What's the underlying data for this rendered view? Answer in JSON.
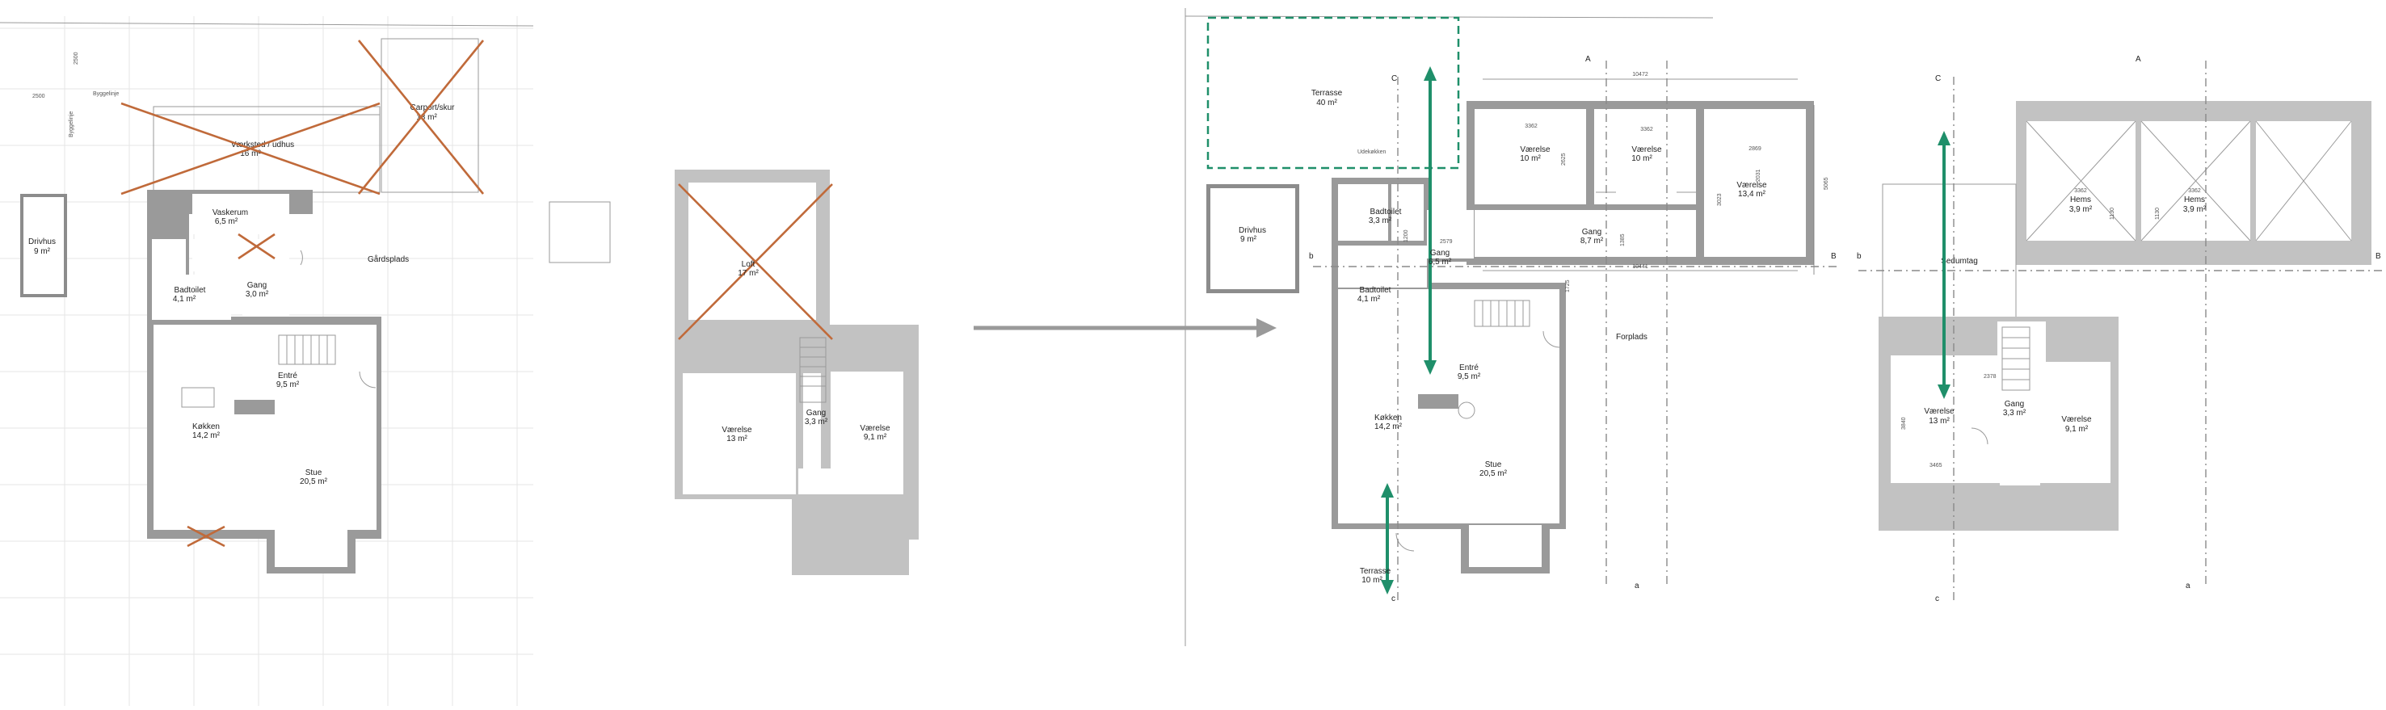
{
  "plan_existing_ground": {
    "rooms": [
      {
        "name": "Drivhus",
        "area": "9 m²"
      },
      {
        "name": "Værksted / udhus",
        "area": "16 m²"
      },
      {
        "name": "Carport/skur",
        "area": "18 m²"
      },
      {
        "name": "Vaskerum",
        "area": "6,5 m²"
      },
      {
        "name": "Badtoilet",
        "area": "4,1 m²"
      },
      {
        "name": "Gang",
        "area": "3,0 m²"
      },
      {
        "name": "Entré",
        "area": "9,5 m²"
      },
      {
        "name": "Køkken",
        "area": "14,2 m²"
      },
      {
        "name": "Stue",
        "area": "20,5 m²"
      }
    ],
    "labels": {
      "gardsplads": "Gårdsplads",
      "byggelinje1": "Byggelinje",
      "byggelinje2": "Byggelinje"
    },
    "dims": {
      "d1": "2500",
      "d2": "2500"
    }
  },
  "plan_existing_upper": {
    "rooms": [
      {
        "name": "Loft",
        "area": "17 m²"
      },
      {
        "name": "Værelse",
        "area": "13 m²"
      },
      {
        "name": "Gang",
        "area": "3,3 m²"
      },
      {
        "name": "Værelse",
        "area": "9,1 m²"
      }
    ]
  },
  "plan_new_ground": {
    "rooms": [
      {
        "name": "Terrasse",
        "area": "40 m²"
      },
      {
        "name": "Drivhus",
        "area": "9 m²"
      },
      {
        "name": "Værelse",
        "area": "10 m²"
      },
      {
        "name": "Værelse",
        "area": "10 m²"
      },
      {
        "name": "Værelse",
        "area": "13,4 m²"
      },
      {
        "name": "Badtoilet",
        "area": "3,3 m²"
      },
      {
        "name": "Gang",
        "area": "6,5 m²"
      },
      {
        "name": "Gang",
        "area": "8,7 m²"
      },
      {
        "name": "Badtoilet",
        "area": "4,1 m²"
      },
      {
        "name": "Entré",
        "area": "9,5 m²"
      },
      {
        "name": "Køkken",
        "area": "14,2 m²"
      },
      {
        "name": "Stue",
        "area": "20,5 m²"
      },
      {
        "name": "Terrasse",
        "area": "10 m²"
      }
    ],
    "labels": {
      "forplads": "Forplads",
      "udekokken": "Udekøkken"
    },
    "dims": {
      "d10472": "10472",
      "d10441": "10441",
      "d3362a": "3362",
      "d3362b": "3362",
      "d2869": "2869",
      "d5065": "5065",
      "d3023": "3023",
      "d2031": "2031",
      "d2625": "2625",
      "d1385": "1385",
      "d1200": "1200",
      "d1725": "1725",
      "d2579": "2579"
    },
    "sections": {
      "A": "A",
      "a": "a",
      "B": "B",
      "b": "b",
      "C": "C",
      "c": "c"
    }
  },
  "plan_new_upper": {
    "rooms": [
      {
        "name": "Hems",
        "area": "3,9 m²"
      },
      {
        "name": "Hems",
        "area": "3,9 m²"
      },
      {
        "name": "Sedumtag",
        "area": ""
      },
      {
        "name": "Værelse",
        "area": "13 m²"
      },
      {
        "name": "Gang",
        "area": "3,3 m²"
      },
      {
        "name": "Værelse",
        "area": "9,1 m²"
      }
    ],
    "dims": {
      "d3362a": "3362",
      "d3362b": "3362",
      "d1130a": "1130",
      "d1130b": "1130",
      "d2378": "2378",
      "d3465": "3465",
      "d3840": "3840"
    },
    "sections": {
      "A": "A",
      "a": "a",
      "B": "B",
      "b": "b",
      "C": "C",
      "c": "c"
    }
  }
}
